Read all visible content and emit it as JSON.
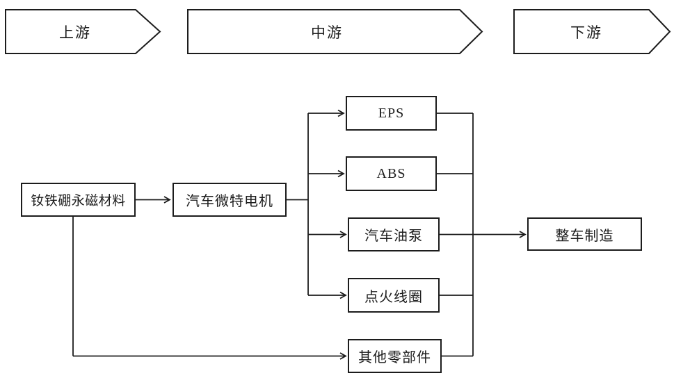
{
  "diagram": {
    "title_hint": "NdFeB automotive industry chain flow",
    "banners": [
      {
        "id": "upstream",
        "label": "上游"
      },
      {
        "id": "midstream",
        "label": "中游"
      },
      {
        "id": "downstream",
        "label": "下游"
      }
    ],
    "nodes": [
      {
        "id": "ndfeb-magnet-material",
        "label": "钕铁硼永磁材料",
        "stage": "upstream"
      },
      {
        "id": "auto-micro-motor",
        "label": "汽车微特电机",
        "stage": "midstream"
      },
      {
        "id": "eps",
        "label": "EPS",
        "stage": "midstream"
      },
      {
        "id": "abs",
        "label": "ABS",
        "stage": "midstream"
      },
      {
        "id": "auto-oil-pump",
        "label": "汽车油泵",
        "stage": "midstream"
      },
      {
        "id": "ignition-coil",
        "label": "点火线圈",
        "stage": "midstream"
      },
      {
        "id": "other-parts",
        "label": "其他零部件",
        "stage": "midstream"
      },
      {
        "id": "vehicle-manufacturing",
        "label": "整车制造",
        "stage": "downstream"
      }
    ],
    "edges": [
      {
        "from": "ndfeb-magnet-material",
        "to": "auto-micro-motor"
      },
      {
        "from": "auto-micro-motor",
        "to": "eps"
      },
      {
        "from": "auto-micro-motor",
        "to": "abs"
      },
      {
        "from": "auto-micro-motor",
        "to": "auto-oil-pump"
      },
      {
        "from": "auto-micro-motor",
        "to": "ignition-coil"
      },
      {
        "from": "ndfeb-magnet-material",
        "to": "other-parts"
      },
      {
        "from": "eps",
        "to": "vehicle-manufacturing"
      },
      {
        "from": "abs",
        "to": "vehicle-manufacturing"
      },
      {
        "from": "auto-oil-pump",
        "to": "vehicle-manufacturing"
      },
      {
        "from": "ignition-coil",
        "to": "vehicle-manufacturing"
      },
      {
        "from": "other-parts",
        "to": "vehicle-manufacturing"
      }
    ],
    "colors": {
      "line": "#1c1c1c",
      "fill": "#ffffff"
    }
  }
}
